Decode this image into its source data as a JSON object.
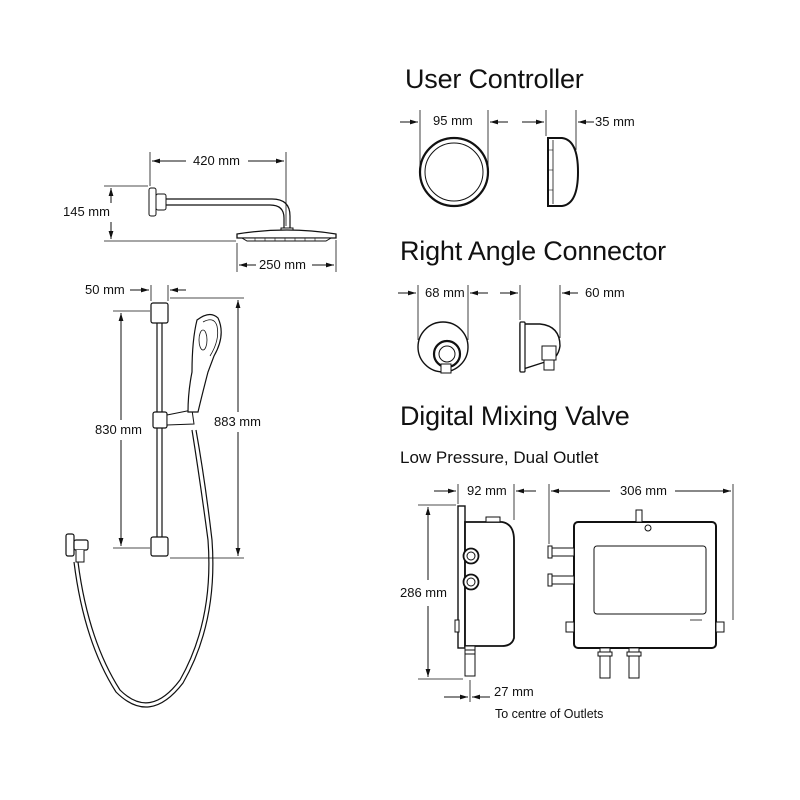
{
  "titles": {
    "user_controller": "User Controller",
    "right_angle_connector": "Right Angle Connector",
    "digital_mixing_valve": "Digital Mixing Valve",
    "valve_subtitle": "Low Pressure, Dual Outlet"
  },
  "dimensions": {
    "head_arm_length": "420 mm",
    "head_arm_height": "145 mm",
    "head_diameter": "250 mm",
    "rail_width": "50 mm",
    "rail_bracket_spacing": "830 mm",
    "rail_total_height": "883 mm",
    "controller_diameter": "95 mm",
    "controller_depth": "35 mm",
    "connector_width": "68 mm",
    "connector_depth": "60 mm",
    "valve_depth": "92 mm",
    "valve_width": "306 mm",
    "valve_height": "286 mm",
    "outlet_offset": "27 mm"
  },
  "notes": {
    "outlet_offset_note": "To centre of Outlets"
  },
  "colors": {
    "line": "#111111",
    "fill": "#ffffff",
    "screen": "#f2f2f2"
  }
}
